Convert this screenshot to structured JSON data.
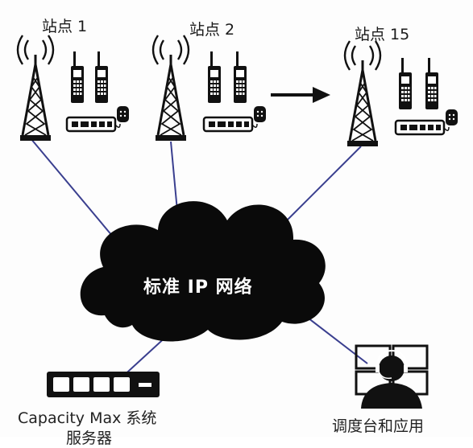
{
  "sites": [
    {
      "label": "站点 1"
    },
    {
      "label": "站点 2"
    },
    {
      "label": "站点 15"
    }
  ],
  "network": {
    "label": "标准 IP 网络"
  },
  "server": {
    "label_line1": "Capacity Max 系统",
    "label_line2": "服务器"
  },
  "dispatch": {
    "label": "调度台和应用"
  },
  "colors": {
    "link": "#3a3f8f",
    "ink": "#111111",
    "cloud": "#0a0a0a"
  }
}
